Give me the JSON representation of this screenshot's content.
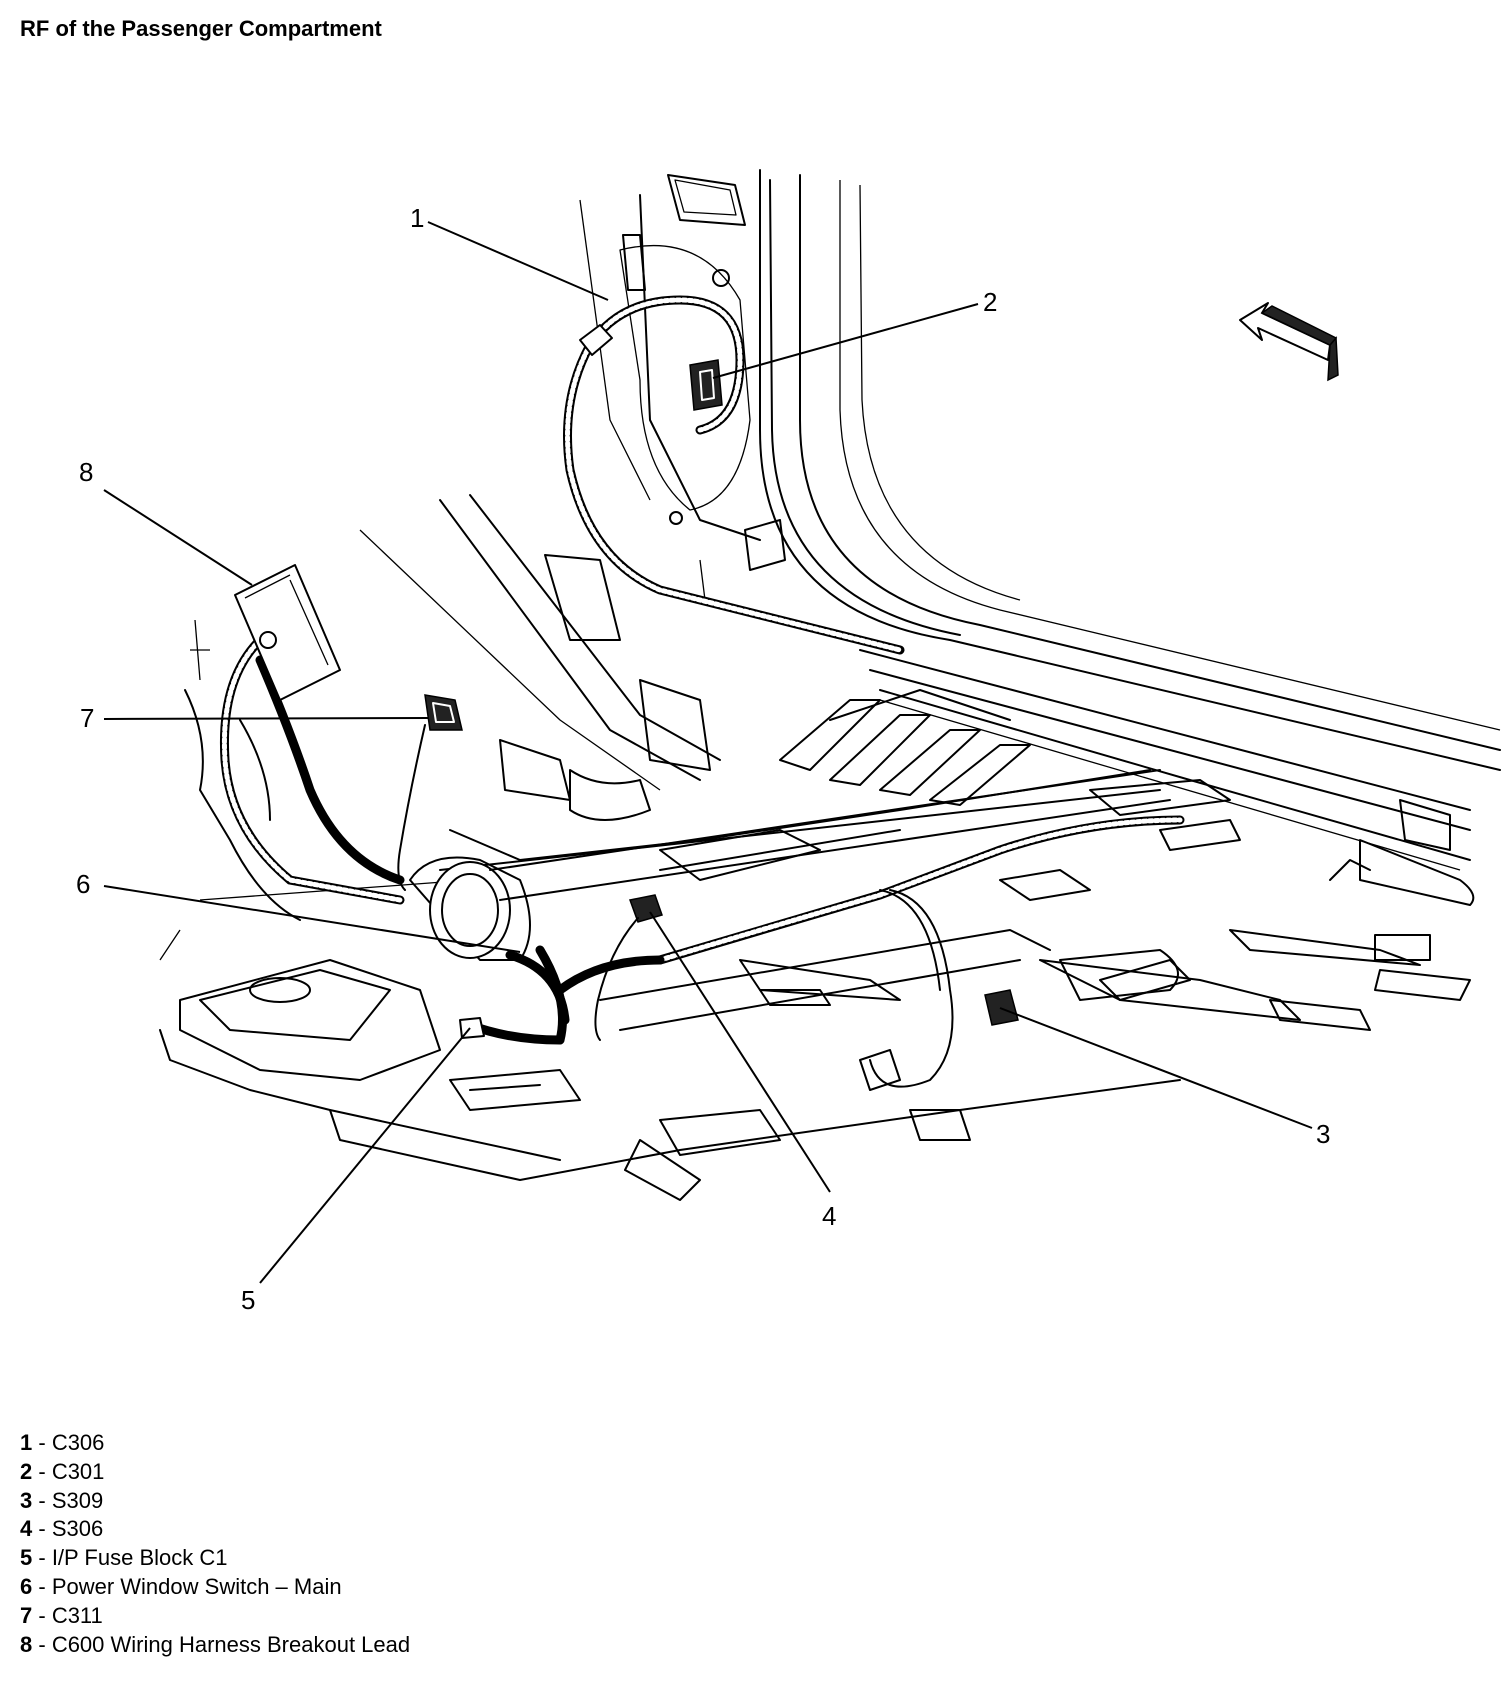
{
  "title": "RF of the Passenger Compartment",
  "callouts": [
    {
      "num": "1"
    },
    {
      "num": "2"
    },
    {
      "num": "3"
    },
    {
      "num": "4"
    },
    {
      "num": "5"
    },
    {
      "num": "6"
    },
    {
      "num": "7"
    },
    {
      "num": "8"
    }
  ],
  "legend": [
    {
      "num": "1",
      "sep": " - ",
      "label": "C306"
    },
    {
      "num": "2",
      "sep": " - ",
      "label": "C301"
    },
    {
      "num": "3",
      "sep": " - ",
      "label": "S309"
    },
    {
      "num": "4",
      "sep": " - ",
      "label": "S306"
    },
    {
      "num": "5",
      "sep": " - ",
      "label": "I/P Fuse Block C1"
    },
    {
      "num": "6",
      "sep": " - ",
      "label": "Power Window Switch – Main"
    },
    {
      "num": "7",
      "sep": " - ",
      "label": "C311"
    },
    {
      "num": "8",
      "sep": " - ",
      "label": "C600 Wiring Harness Breakout Lead"
    }
  ],
  "icons": {
    "direction_arrow": "forward-arrow-icon"
  }
}
